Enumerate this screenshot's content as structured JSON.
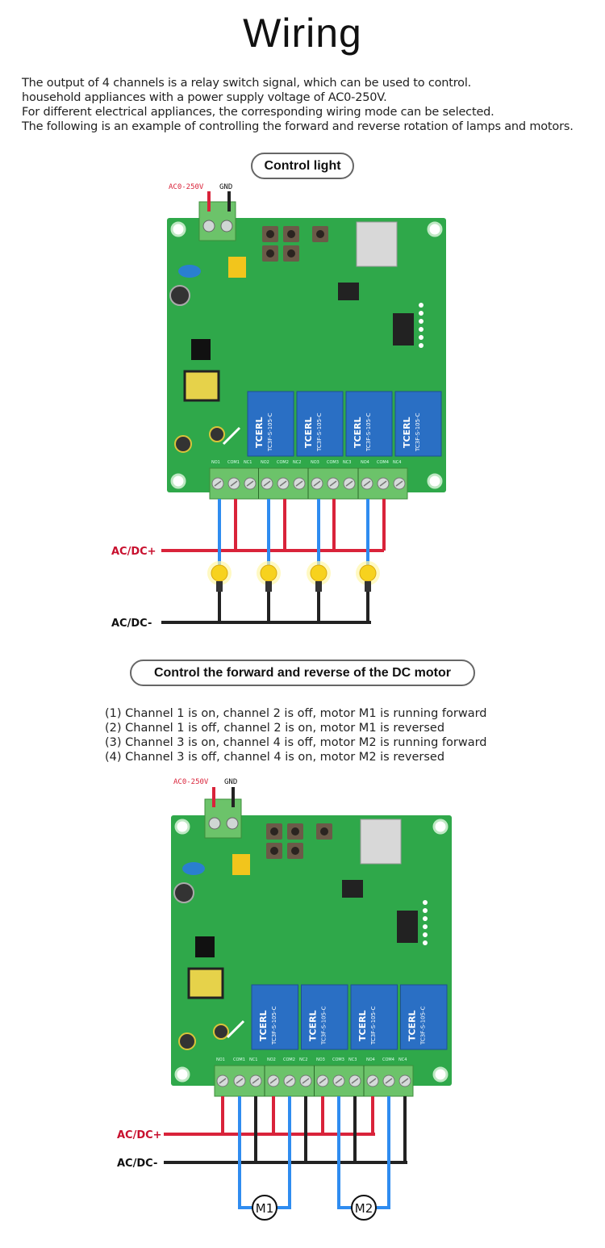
{
  "title": "Wiring",
  "intro": [
    "The output of 4 channels is a relay switch signal, which can be used to control.",
    "household appliances with a power supply voltage of AC0-250V.",
    "For different electrical appliances, the corresponding wiring mode can be selected.",
    "The following is an example of controlling the forward and reverse rotation of lamps and motors."
  ],
  "section_light": {
    "label": "Control light",
    "power_label": "AC0-250V",
    "gnd_label": "GND",
    "plus_label": "AC/DC+",
    "minus_label": "AC/DC-"
  },
  "section_motor": {
    "label": "Control the forward and reverse of the DC motor",
    "modes": [
      "(1) Channel 1 is on, channel 2 is off, motor M1 is running forward",
      "(2) Channel 1 is off, channel 2 is on, motor M1 is reversed",
      "(3) Channel 3 is on, channel 4 is off, motor M2 is running forward",
      "(4) Channel 3 is off, channel 4 is on, motor M2 is reversed"
    ],
    "power_label": "AC0-250V",
    "gnd_label": "GND",
    "plus_label": "AC/DC+",
    "minus_label": "AC/DC-",
    "motors": [
      "M1",
      "M2"
    ]
  },
  "board": {
    "relay_brand": "TCERL",
    "relay_model": "TC3F-S-105-C",
    "terminal_labels": [
      "NO1",
      "COM1",
      "NC1",
      "NO2",
      "COM2",
      "NC2",
      "NO3",
      "COM3",
      "NC3",
      "NO4",
      "COM4",
      "NC4"
    ]
  },
  "colors": {
    "board": "#2fa84a",
    "relay": "#2a6fc4",
    "terminal": "#6cc36a",
    "wire_red": "#d9233a",
    "wire_blue": "#2f8cf0",
    "wire_black": "#222222",
    "lamp": "#f7d21e"
  }
}
